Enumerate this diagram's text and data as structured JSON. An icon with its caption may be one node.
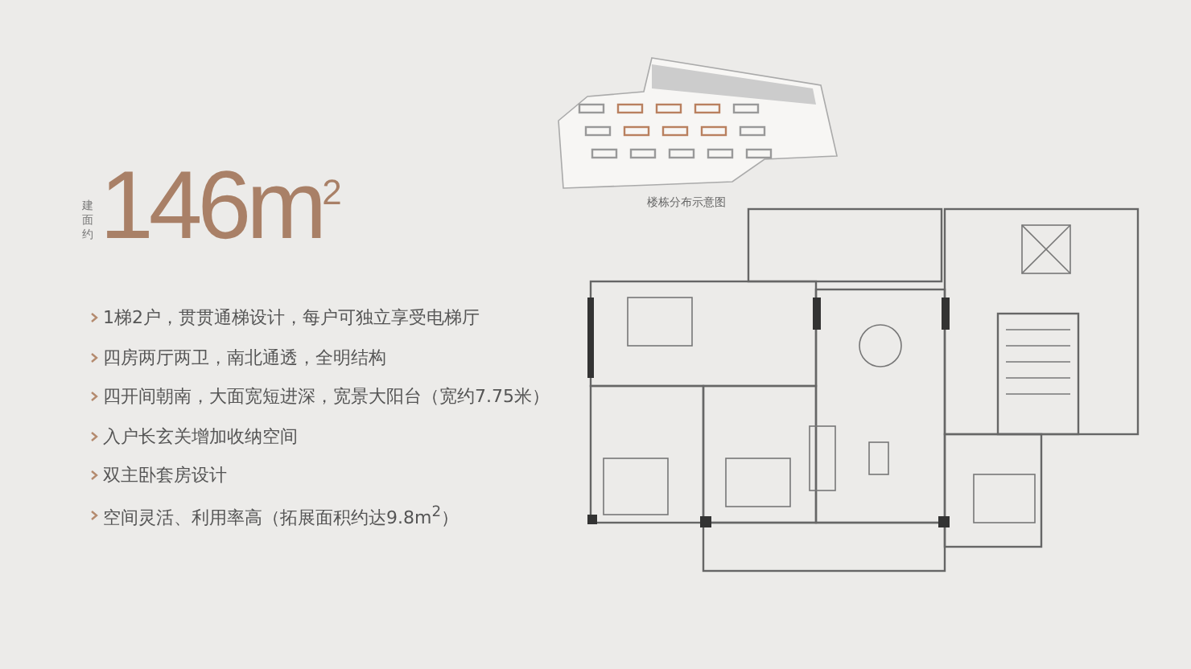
{
  "diagram": {
    "title": "146m$^{2}$",
    "labels": [
      "建面约",
      "1梯2户，贯贯通梯设计，每户可独立享受电梯厅",
      "四房两厅两卫，南北通透，全明结构",
      "四开间朝南，大面宽短进深，宽景大阳台（宽约7.75米）",
      "入户长玄关增加收纳空间",
      "双主卧套房设计",
      "空间灵活、利用率高（拓展面积约达9.8m$^{2}$）",
      "楼栋分布示意图"
    ]
  }
}
